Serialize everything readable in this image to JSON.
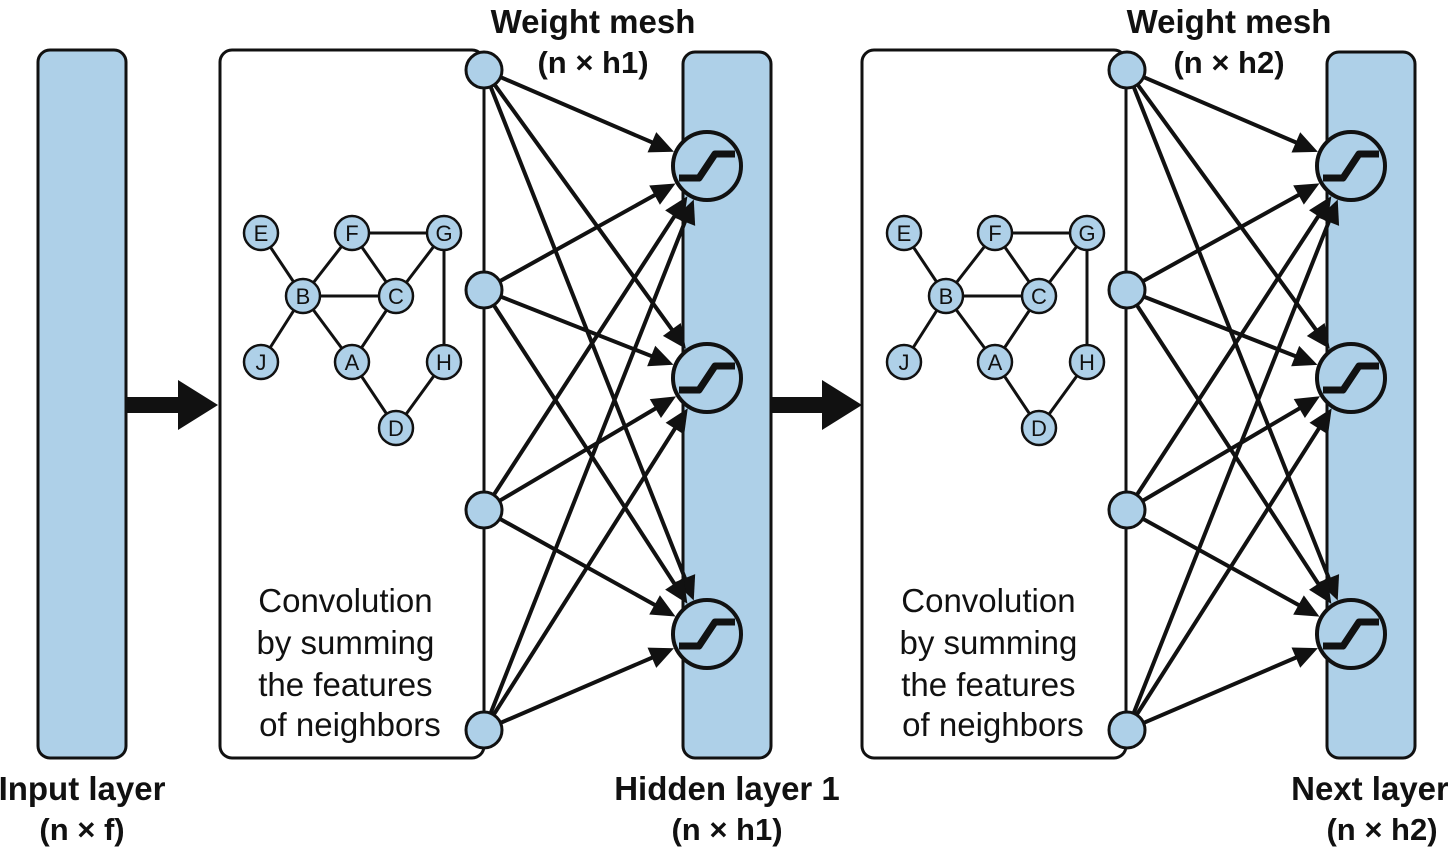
{
  "colors": {
    "layer_fill": "#aed0e8",
    "node_fill": "#aed0e8",
    "stroke": "#111111",
    "background": "#ffffff"
  },
  "labels": {
    "input_layer": {
      "name": "Input layer",
      "dims": "(n × f)"
    },
    "hidden_layer": {
      "name": "Hidden layer 1",
      "dims": "(n × h1)"
    },
    "next_layer": {
      "name": "Next layer",
      "dims": "(n × h2)"
    },
    "mesh_1": {
      "name": "Weight mesh",
      "dims": "(n × h1)"
    },
    "mesh_2": {
      "name": "Weight mesh",
      "dims": "(n × h2)"
    },
    "convolution_lines": [
      "Convolution",
      "by summing",
      "the features",
      "of neighbors"
    ]
  },
  "graph": {
    "nodes": [
      "E",
      "F",
      "G",
      "B",
      "C",
      "J",
      "A",
      "H",
      "D"
    ],
    "edges": [
      [
        "E",
        "B"
      ],
      [
        "F",
        "G"
      ],
      [
        "F",
        "B"
      ],
      [
        "F",
        "C"
      ],
      [
        "G",
        "C"
      ],
      [
        "G",
        "H"
      ],
      [
        "B",
        "C"
      ],
      [
        "B",
        "J"
      ],
      [
        "B",
        "A"
      ],
      [
        "C",
        "A"
      ],
      [
        "A",
        "D"
      ],
      [
        "H",
        "D"
      ]
    ]
  },
  "activation_icon": "sigmoid-step-icon"
}
